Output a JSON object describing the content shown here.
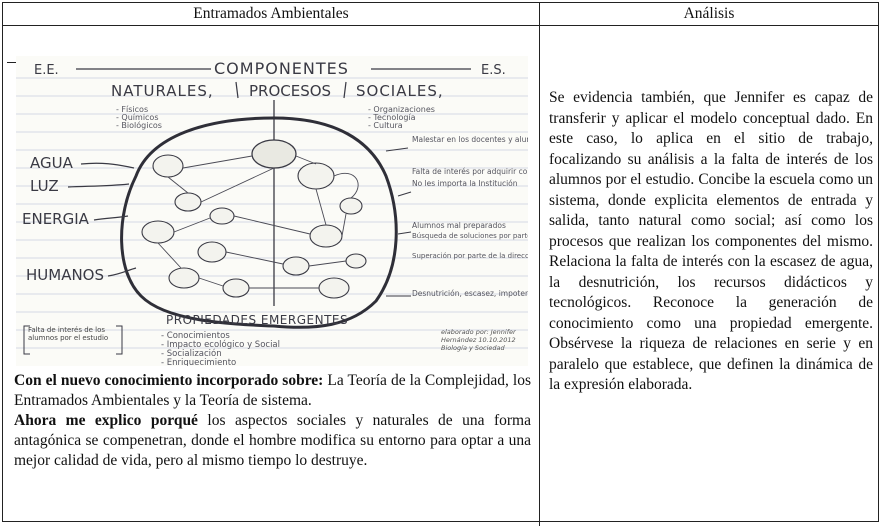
{
  "table": {
    "col_left_header": "Entramados Ambientales",
    "col_right_header": "Análisis"
  },
  "sketch": {
    "ee_label": "E.E.",
    "es_label": "E.S.",
    "components_title": "COMPONENTES",
    "naturales_title": "NATURALES,",
    "procesos_title": "PROCESOS",
    "sociales_title": "SOCIALES,",
    "naturales_items": [
      "- Físicos",
      "- Químicos",
      "- Biológicos"
    ],
    "sociales_items": [
      "- Organizaciones",
      "- Tecnología",
      "- Cultura"
    ],
    "inputs": [
      "AGUA",
      "LUZ",
      "ENERGIA",
      "HUMANOS"
    ],
    "outputs": [
      "Malestar en los docentes y alumnos",
      "Falta de interés por adquirir conocimientos",
      "No les importa la Institución",
      "Alumnos mal preparados",
      "Búsqueda de soluciones por parte de algunos docentes",
      "Superación por parte de la dirección para mejorar en todos los niveles",
      "Desnutrición, escasez, impotencia, apatía"
    ],
    "emergentes_title": "PROPIEDADES EMERGENTES",
    "emergentes_items": [
      "- Conocimientos",
      "- Impacto ecológico y Social",
      "- Socialización",
      "- Enriquecimiento"
    ],
    "bottom_left_note": "Falta de interés de los alumnos por el estudio",
    "signature": "elaborado por: Jennifer Hernández 10.10.2012 Biología y Sociedad"
  },
  "left_text": {
    "p1_bold": "Con el nuevo conocimiento incorporado sobre:",
    "p1_rest": " La Teoría de la Complejidad, los Entramados Ambientales y la Teoría de sistema.",
    "p2_bold": "Ahora me explico porqué",
    "p2_rest": "  los aspectos sociales y naturales de una forma antagónica se compenetran, donde el hombre modifica su entorno para optar a una mejor calidad de vida, pero al mismo tiempo lo destruye."
  },
  "right_text": {
    "analysis": "Se evidencia también, que Jennifer es capaz de transferir y aplicar el modelo conceptual dado. En este caso, lo aplica en el sitio de trabajo, focalizando su análisis a la falta de interés de los alumnos por el estudio. Concibe la escuela como un sistema, donde explicita elementos de entrada y salida, tanto natural como social; así como los procesos que realizan los componentes del mismo. Relaciona la falta de interés con la escasez de agua, la desnutrición, los recursos didácticos y tecnológicos. Reconoce la generación de conocimiento como una propiedad emergente. Obsérvese la riqueza de relaciones en serie y en paralelo que establece, que definen la dinámica de la expresión elaborada."
  }
}
